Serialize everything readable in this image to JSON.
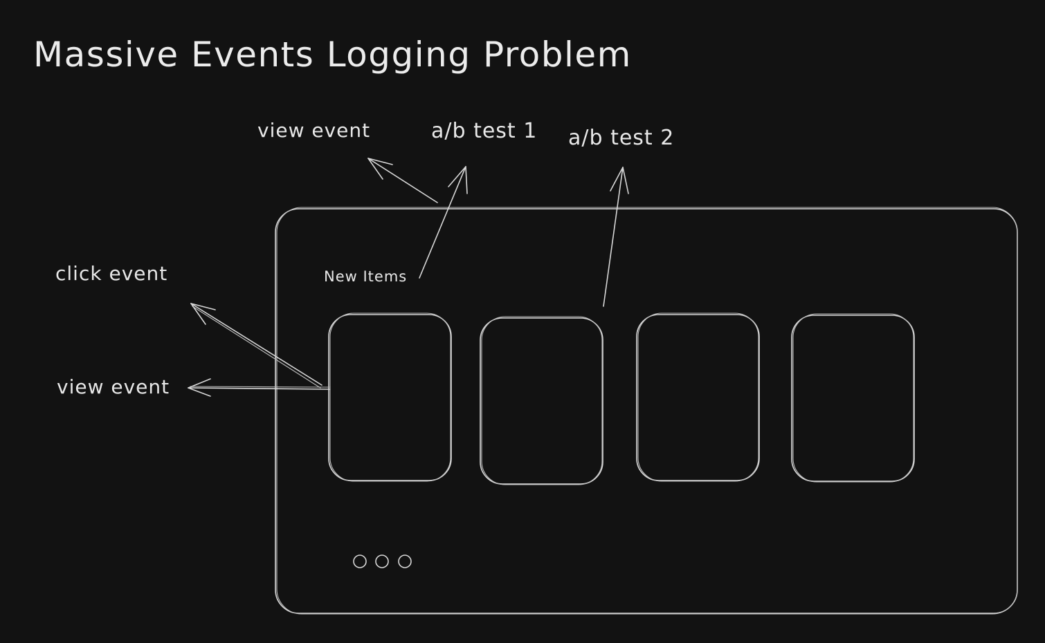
{
  "title": "Massive Events Logging Problem",
  "labels": {
    "view_event_top": "view event",
    "ab_test_1": "a/b test 1",
    "ab_test_2": "a/b test 2",
    "click_event": "click event",
    "view_event_left": "view event",
    "new_items": "New Items"
  },
  "colors": {
    "background": "#121212",
    "stroke": "#d8d8d8",
    "text": "#e8e8e8"
  },
  "carousel": {
    "card_count": 4,
    "pagination_dots": 3
  }
}
